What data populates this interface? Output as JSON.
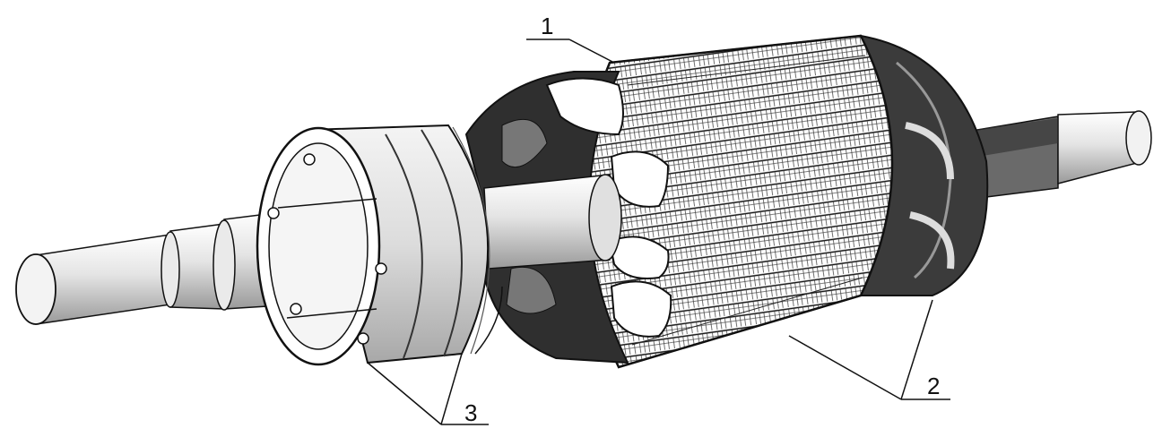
{
  "figure": {
    "callouts": [
      {
        "id": "1",
        "label": "1"
      },
      {
        "id": "2",
        "label": "2"
      },
      {
        "id": "3",
        "label": "3"
      }
    ]
  },
  "colors": {
    "ink": "#111111",
    "paper": "#ffffff",
    "shade": "#3a3a3a",
    "mid": "#8a8a8a",
    "light": "#d9d9d9"
  }
}
